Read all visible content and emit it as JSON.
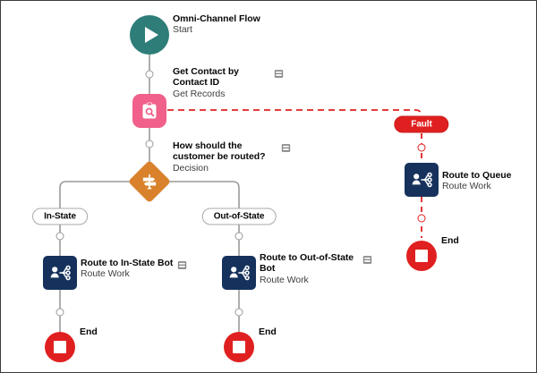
{
  "canvas": {
    "background_color": "#ffffff",
    "border_color": "#3b3b3b"
  },
  "colors": {
    "start": "#2e7d78",
    "get_records": "#f0608a",
    "decision": "#d9822b",
    "route_work": "#16325c",
    "end": "#e02020",
    "fault": "#e02020",
    "connector": "#9a9a9a",
    "text_primary": "#080707",
    "text_secondary": "#3e3e3c"
  },
  "nodes": {
    "start": {
      "title": "Omni-Channel Flow",
      "subtitle": "Start",
      "icon": "play-icon",
      "has_note": false
    },
    "get_contact": {
      "title": "Get Contact by Contact ID",
      "subtitle": "Get Records",
      "icon": "clipboard-search-icon",
      "has_note": true
    },
    "decision": {
      "title": "How should the customer be routed?",
      "subtitle": "Decision",
      "icon": "signpost-icon",
      "has_note": true
    },
    "route_in_state": {
      "title": "Route to In-State Bot",
      "subtitle": "Route Work",
      "icon": "route-work-icon",
      "has_note": true
    },
    "route_out_of_state": {
      "title": "Route to Out-of-State Bot",
      "subtitle": "Route Work",
      "icon": "route-work-icon",
      "has_note": true
    },
    "route_to_queue": {
      "title": "Route to Queue",
      "subtitle": "Route Work",
      "icon": "route-work-icon",
      "has_note": false
    },
    "end_in_state": {
      "title": "End",
      "icon": "stop-icon"
    },
    "end_out_of_state": {
      "title": "End",
      "icon": "stop-icon"
    },
    "end_fault": {
      "title": "End",
      "icon": "stop-icon"
    }
  },
  "branches": {
    "in_state": "In-State",
    "out_of_state": "Out-of-State",
    "fault": "Fault"
  }
}
